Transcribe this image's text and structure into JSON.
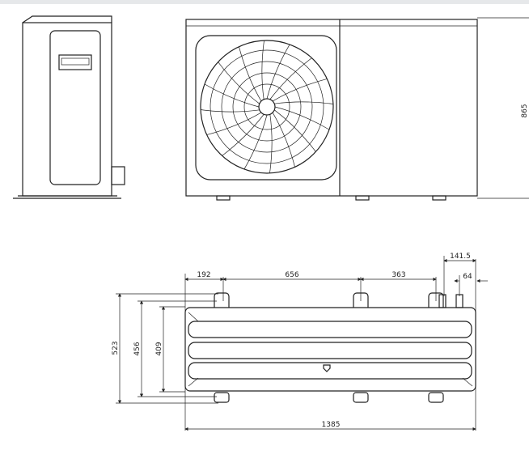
{
  "drawing": {
    "front_view": {
      "height_label": "865"
    },
    "top_view": {
      "dimensions": {
        "d192": "192",
        "d656": "656",
        "d363": "363",
        "d141_5": "141.5",
        "d64": "64",
        "d523": "523",
        "d456": "456",
        "d409": "409",
        "d1385": "1385"
      }
    }
  },
  "colors": {
    "line": "#222222",
    "background": "#ffffff"
  }
}
